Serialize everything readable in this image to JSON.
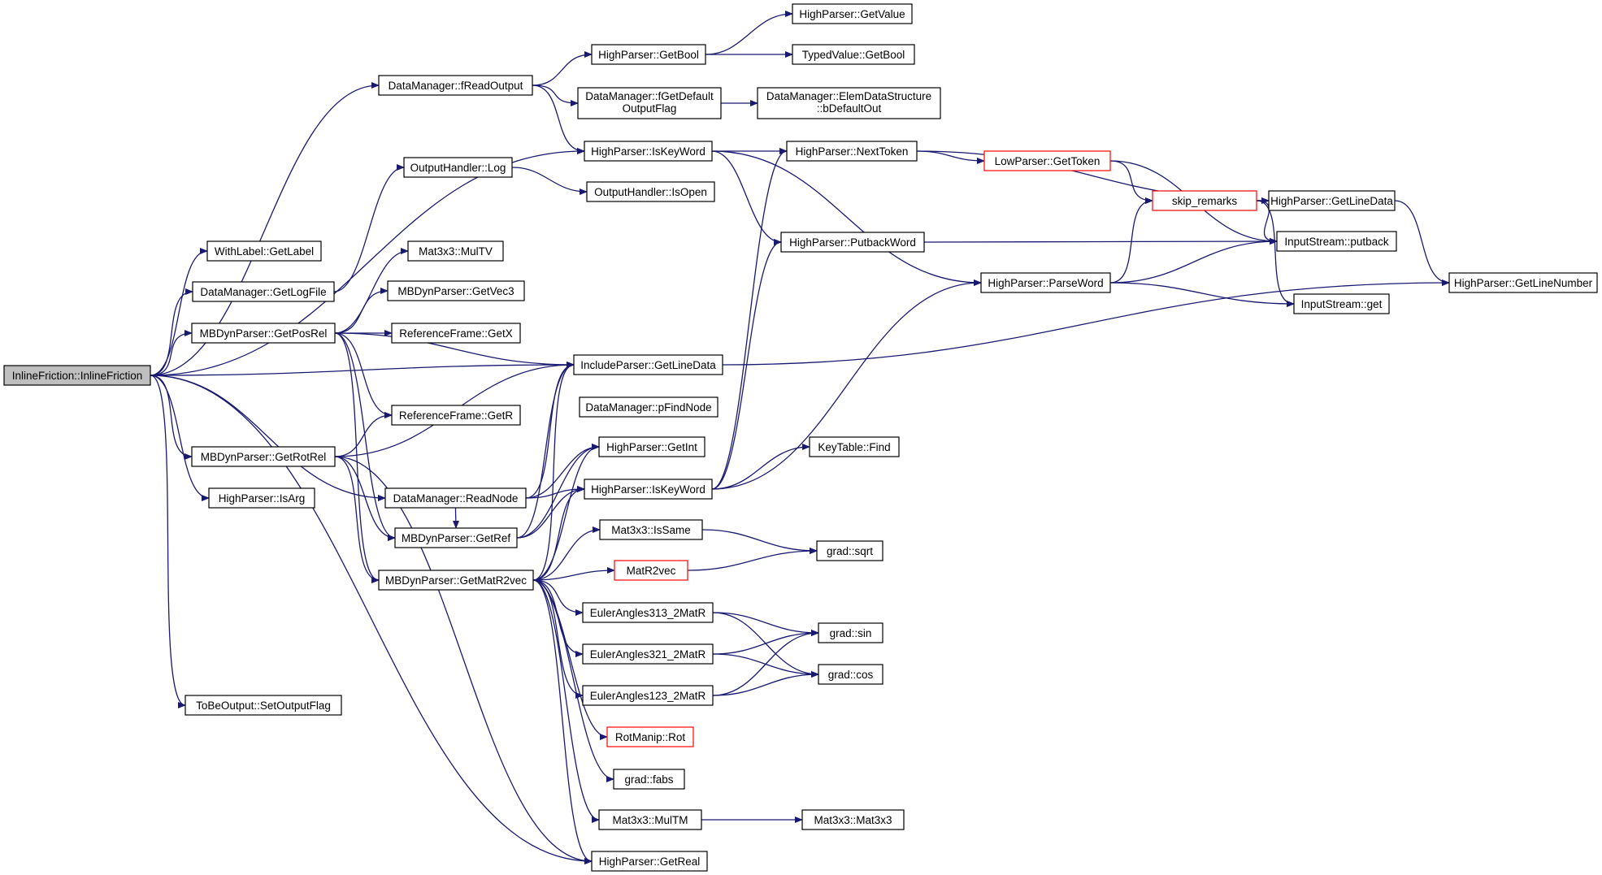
{
  "nodes": [
    {
      "id": "root",
      "label": "InlineFriction::InlineFriction",
      "style": "root"
    },
    {
      "id": "dm_freadoutput",
      "label": "DataManager::fReadOutput"
    },
    {
      "id": "hp_getbool",
      "label": "HighParser::GetBool"
    },
    {
      "id": "hp_getvalue",
      "label": "HighParser::GetValue"
    },
    {
      "id": "tv_getbool",
      "label": "TypedValue::GetBool"
    },
    {
      "id": "dm_fgetdefault",
      "label": "DataManager::fGetDefault",
      "label2": "OutputFlag"
    },
    {
      "id": "dm_elemdata",
      "label": "DataManager::ElemDataStructure",
      "label2": "::bDefaultOut"
    },
    {
      "id": "hp_iskeyword1",
      "label": "HighParser::IsKeyWord"
    },
    {
      "id": "hp_nexttoken",
      "label": "HighParser::NextToken"
    },
    {
      "id": "lp_gettoken",
      "label": "LowParser::GetToken",
      "style": "red"
    },
    {
      "id": "skip_remarks",
      "label": "skip_remarks",
      "style": "red"
    },
    {
      "id": "hp_getlinedata",
      "label": "HighParser::GetLineData"
    },
    {
      "id": "is_putback",
      "label": "InputStream::putback"
    },
    {
      "id": "hp_getlinenumber",
      "label": "HighParser::GetLineNumber"
    },
    {
      "id": "hp_putbackword",
      "label": "HighParser::PutbackWord"
    },
    {
      "id": "hp_parseword",
      "label": "HighParser::ParseWord"
    },
    {
      "id": "is_get",
      "label": "InputStream::get"
    },
    {
      "id": "oh_log",
      "label": "OutputHandler::Log"
    },
    {
      "id": "oh_isopen",
      "label": "OutputHandler::IsOpen"
    },
    {
      "id": "wl_getlabel",
      "label": "WithLabel::GetLabel"
    },
    {
      "id": "dm_getlogfile",
      "label": "DataManager::GetLogFile"
    },
    {
      "id": "m33_multv",
      "label": "Mat3x3::MulTV"
    },
    {
      "id": "mbp_getvec3",
      "label": "MBDynParser::GetVec3"
    },
    {
      "id": "mbp_getposrel",
      "label": "MBDynParser::GetPosRel"
    },
    {
      "id": "rf_getx",
      "label": "ReferenceFrame::GetX"
    },
    {
      "id": "ip_getlinedata",
      "label": "IncludeParser::GetLineData"
    },
    {
      "id": "dm_pfindnode",
      "label": "DataManager::pFindNode"
    },
    {
      "id": "rf_getr",
      "label": "ReferenceFrame::GetR"
    },
    {
      "id": "mbp_getrotrel",
      "label": "MBDynParser::GetRotRel"
    },
    {
      "id": "hp_getint",
      "label": "HighParser::GetInt"
    },
    {
      "id": "kt_find",
      "label": "KeyTable::Find"
    },
    {
      "id": "dm_readnode",
      "label": "DataManager::ReadNode"
    },
    {
      "id": "hp_iskeyword2",
      "label": "HighParser::IsKeyWord"
    },
    {
      "id": "hp_isarg",
      "label": "HighParser::IsArg"
    },
    {
      "id": "mbp_getref",
      "label": "MBDynParser::GetRef"
    },
    {
      "id": "m33_issame",
      "label": "Mat3x3::IsSame"
    },
    {
      "id": "grad_sqrt",
      "label": "grad::sqrt"
    },
    {
      "id": "matr2vec",
      "label": "MatR2vec",
      "style": "red"
    },
    {
      "id": "mbp_getmatr2vec",
      "label": "MBDynParser::GetMatR2vec"
    },
    {
      "id": "ea313",
      "label": "EulerAngles313_2MatR"
    },
    {
      "id": "grad_sin",
      "label": "grad::sin"
    },
    {
      "id": "ea321",
      "label": "EulerAngles321_2MatR"
    },
    {
      "id": "grad_cos",
      "label": "grad::cos"
    },
    {
      "id": "ea123",
      "label": "EulerAngles123_2MatR"
    },
    {
      "id": "tbo_setoutputflag",
      "label": "ToBeOutput::SetOutputFlag"
    },
    {
      "id": "rm_rot",
      "label": "RotManip::Rot",
      "style": "red"
    },
    {
      "id": "grad_fabs",
      "label": "grad::fabs"
    },
    {
      "id": "m33_multm",
      "label": "Mat3x3::MulTM"
    },
    {
      "id": "m33_mat3x3",
      "label": "Mat3x3::Mat3x3"
    },
    {
      "id": "hp_getreal",
      "label": "HighParser::GetReal"
    }
  ],
  "edges": [
    [
      "root",
      "dm_freadoutput"
    ],
    [
      "root",
      "hp_iskeyword1"
    ],
    [
      "root",
      "wl_getlabel"
    ],
    [
      "root",
      "dm_getlogfile"
    ],
    [
      "root",
      "mbp_getposrel"
    ],
    [
      "root",
      "ip_getlinedata"
    ],
    [
      "root",
      "mbp_getrotrel"
    ],
    [
      "root",
      "dm_readnode"
    ],
    [
      "root",
      "hp_isarg"
    ],
    [
      "root",
      "tbo_setoutputflag"
    ],
    [
      "root",
      "hp_getreal"
    ],
    [
      "dm_freadoutput",
      "hp_getbool"
    ],
    [
      "dm_freadoutput",
      "dm_fgetdefault"
    ],
    [
      "dm_freadoutput",
      "hp_iskeyword1"
    ],
    [
      "hp_getbool",
      "hp_getvalue"
    ],
    [
      "hp_getbool",
      "tv_getbool"
    ],
    [
      "dm_fgetdefault",
      "dm_elemdata"
    ],
    [
      "hp_iskeyword1",
      "hp_nexttoken"
    ],
    [
      "hp_iskeyword1",
      "hp_putbackword"
    ],
    [
      "hp_iskeyword1",
      "hp_parseword"
    ],
    [
      "hp_nexttoken",
      "lp_gettoken"
    ],
    [
      "hp_nexttoken",
      "hp_getlinedata"
    ],
    [
      "lp_gettoken",
      "skip_remarks"
    ],
    [
      "lp_gettoken",
      "is_putback"
    ],
    [
      "skip_remarks",
      "hp_getlinedata"
    ],
    [
      "skip_remarks",
      "is_putback"
    ],
    [
      "skip_remarks",
      "is_get"
    ],
    [
      "hp_getlinedata",
      "hp_getlinenumber"
    ],
    [
      "hp_putbackword",
      "is_putback"
    ],
    [
      "hp_parseword",
      "skip_remarks"
    ],
    [
      "hp_parseword",
      "is_putback"
    ],
    [
      "hp_parseword",
      "is_get"
    ],
    [
      "oh_log",
      "oh_isopen"
    ],
    [
      "dm_getlogfile",
      "oh_log"
    ],
    [
      "mbp_getposrel",
      "m33_multv"
    ],
    [
      "mbp_getposrel",
      "mbp_getvec3"
    ],
    [
      "mbp_getposrel",
      "rf_getx"
    ],
    [
      "mbp_getposrel",
      "ip_getlinedata"
    ],
    [
      "mbp_getposrel",
      "rf_getr"
    ],
    [
      "mbp_getposrel",
      "mbp_getref"
    ],
    [
      "mbp_getposrel",
      "mbp_getmatr2vec"
    ],
    [
      "mbp_getrotrel",
      "rf_getr"
    ],
    [
      "mbp_getrotrel",
      "ip_getlinedata"
    ],
    [
      "mbp_getrotrel",
      "mbp_getref"
    ],
    [
      "mbp_getrotrel",
      "mbp_getmatr2vec"
    ],
    [
      "mbp_getrotrel",
      "hp_getreal"
    ],
    [
      "ip_getlinedata",
      "hp_getlinenumber"
    ],
    [
      "dm_readnode",
      "ip_getlinedata"
    ],
    [
      "dm_readnode",
      "hp_getint"
    ],
    [
      "dm_readnode",
      "mbp_getref"
    ],
    [
      "dm_readnode",
      "hp_iskeyword2"
    ],
    [
      "hp_iskeyword2",
      "kt_find"
    ],
    [
      "hp_iskeyword2",
      "hp_nexttoken"
    ],
    [
      "hp_iskeyword2",
      "hp_putbackword"
    ],
    [
      "hp_iskeyword2",
      "hp_parseword"
    ],
    [
      "mbp_getref",
      "hp_getint"
    ],
    [
      "mbp_getref",
      "hp_iskeyword2"
    ],
    [
      "mbp_getref",
      "ip_getlinedata"
    ],
    [
      "mbp_getmatr2vec",
      "ip_getlinedata"
    ],
    [
      "mbp_getmatr2vec",
      "hp_getint"
    ],
    [
      "mbp_getmatr2vec",
      "hp_iskeyword2"
    ],
    [
      "mbp_getmatr2vec",
      "m33_issame"
    ],
    [
      "mbp_getmatr2vec",
      "matr2vec"
    ],
    [
      "mbp_getmatr2vec",
      "ea313"
    ],
    [
      "mbp_getmatr2vec",
      "ea321"
    ],
    [
      "mbp_getmatr2vec",
      "ea123"
    ],
    [
      "mbp_getmatr2vec",
      "rm_rot"
    ],
    [
      "mbp_getmatr2vec",
      "grad_fabs"
    ],
    [
      "mbp_getmatr2vec",
      "m33_multm"
    ],
    [
      "mbp_getmatr2vec",
      "hp_getreal"
    ],
    [
      "m33_issame",
      "grad_sqrt"
    ],
    [
      "matr2vec",
      "grad_sqrt"
    ],
    [
      "ea313",
      "grad_sin"
    ],
    [
      "ea313",
      "grad_cos"
    ],
    [
      "ea321",
      "grad_sin"
    ],
    [
      "ea321",
      "grad_cos"
    ],
    [
      "ea123",
      "grad_sin"
    ],
    [
      "ea123",
      "grad_cos"
    ],
    [
      "m33_multm",
      "m33_mat3x3"
    ]
  ]
}
